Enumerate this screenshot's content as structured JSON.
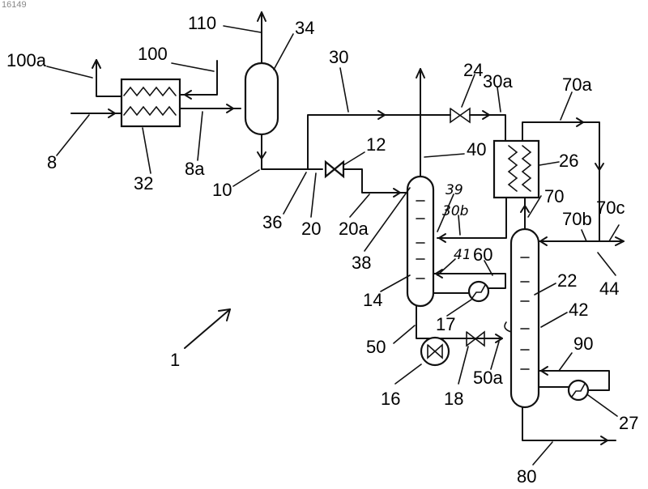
{
  "page_id": "16149",
  "labels": {
    "l_1": "1",
    "l_8": "8",
    "l_8a": "8a",
    "l_10": "10",
    "l_12": "12",
    "l_14": "14",
    "l_16": "16",
    "l_17": "17",
    "l_18": "18",
    "l_20": "20",
    "l_20a": "20a",
    "l_22": "22",
    "l_24": "24",
    "l_26": "26",
    "l_27": "27",
    "l_30": "30",
    "l_30a": "30a",
    "l_30b": "30b",
    "l_32": "32",
    "l_34": "34",
    "l_36": "36",
    "l_38": "38",
    "l_39": "39",
    "l_40": "40",
    "l_41": "41",
    "l_42": "42",
    "l_44": "44",
    "l_50": "50",
    "l_50a": "50a",
    "l_60": "60",
    "l_70": "70",
    "l_70a": "70a",
    "l_70b": "70b",
    "l_70c": "70c",
    "l_80": "80",
    "l_90": "90",
    "l_100": "100",
    "l_100a": "100a",
    "l_110": "110"
  }
}
